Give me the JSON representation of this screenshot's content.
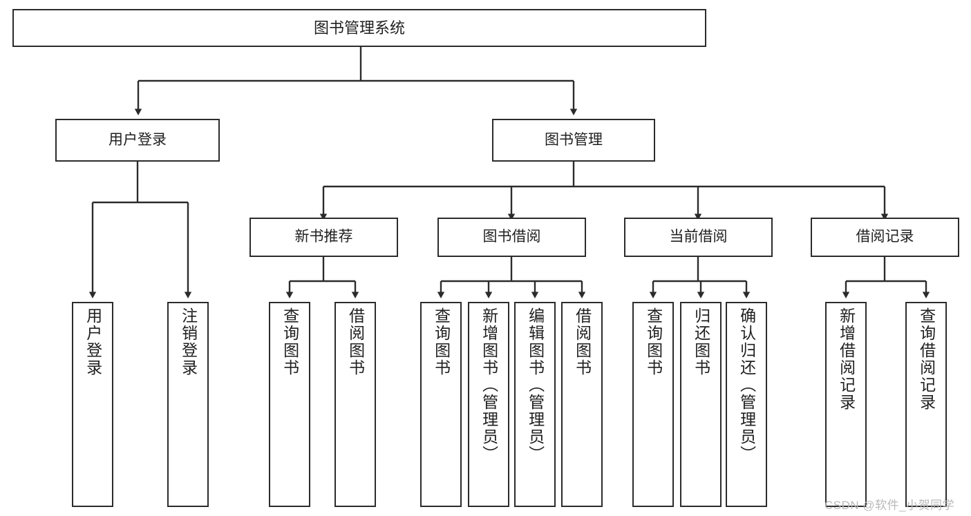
{
  "diagram": {
    "title": "图书管理系统",
    "type": "tree-hierarchy",
    "watermark": "CSDN @软件_小贺同学",
    "colors": {
      "stroke": "#2b2b2b",
      "fill": "#ffffff",
      "text": "#1f1f1f",
      "watermark": "#b9b9b9"
    },
    "nodes": {
      "root": {
        "label": "图书管理系统"
      },
      "level2": [
        {
          "id": "user-login",
          "label": "用户登录"
        },
        {
          "id": "book-manage",
          "label": "图书管理"
        }
      ],
      "level3": [
        {
          "id": "new-book-recommend",
          "label": "新书推荐"
        },
        {
          "id": "book-borrow",
          "label": "图书借阅"
        },
        {
          "id": "current-borrow",
          "label": "当前借阅"
        },
        {
          "id": "borrow-record",
          "label": "借阅记录"
        }
      ],
      "leaves": [
        {
          "id": "leaf-user-login",
          "label": "用户登录",
          "parent": "user-login"
        },
        {
          "id": "leaf-logout-login",
          "label": "注销登录",
          "parent": "user-login"
        },
        {
          "id": "leaf-query-book-1",
          "label": "查询图书",
          "parent": "new-book-recommend"
        },
        {
          "id": "leaf-borrow-book-1",
          "label": "借阅图书",
          "parent": "new-book-recommend"
        },
        {
          "id": "leaf-query-book-2",
          "label": "查询图书",
          "parent": "book-borrow"
        },
        {
          "id": "leaf-add-book",
          "label": "新增图书（管理员）",
          "parent": "book-borrow"
        },
        {
          "id": "leaf-edit-book",
          "label": "编辑图书（管理员）",
          "parent": "book-borrow"
        },
        {
          "id": "leaf-borrow-book-2",
          "label": "借阅图书",
          "parent": "book-borrow"
        },
        {
          "id": "leaf-query-book-3",
          "label": "查询图书",
          "parent": "current-borrow"
        },
        {
          "id": "leaf-return-book",
          "label": "归还图书",
          "parent": "current-borrow"
        },
        {
          "id": "leaf-confirm-return",
          "label": "确认归还（管理员）",
          "parent": "current-borrow"
        },
        {
          "id": "leaf-add-record",
          "label": "新增借阅记录",
          "parent": "borrow-record"
        },
        {
          "id": "leaf-query-record",
          "label": "查询借阅记录",
          "parent": "borrow-record"
        }
      ]
    }
  }
}
